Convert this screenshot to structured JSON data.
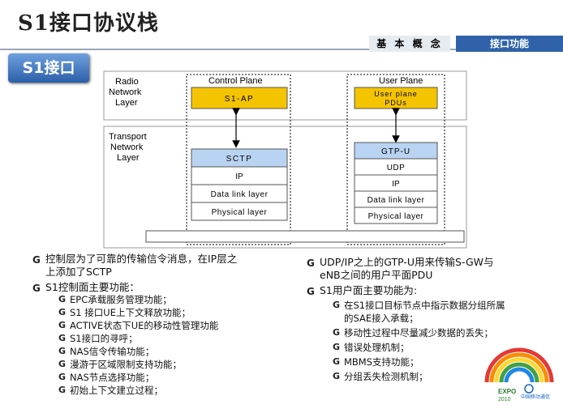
{
  "header": {
    "title": "S1接口协议栈",
    "nav_basic": "基 本 概 念",
    "nav_current": "接口功能",
    "section_badge": "S1接口"
  },
  "diagram": {
    "radio_layer": [
      "Radio",
      "Network",
      "Layer"
    ],
    "transport_layer": [
      "Transport",
      "Network",
      "Layer"
    ],
    "control_plane_title": "Control Plane",
    "user_plane_title": "User Plane",
    "cp_top": "S1-AP",
    "up_top": [
      "User plane",
      "PDUs"
    ],
    "cp_stack": [
      "SCTP",
      "IP",
      "Data link layer",
      "Physical layer"
    ],
    "up_stack": [
      "GTP-U",
      "UDP",
      "IP",
      "Data link layer",
      "Physical layer"
    ],
    "colors": {
      "accent_yellow": "#f5c400",
      "accent_blue": "#b9d3f2"
    }
  },
  "left_list": {
    "item1": [
      "控制层为了可靠的传输信令消息，在IP层之",
      "上添加了SCTP"
    ],
    "item2": "S1控制面主要功能：",
    "subitems": [
      "EPC承载服务管理功能；",
      "S1 接口UE上下文释放功能；",
      "ACTIVE状态下UE的移动性管理功能",
      "S1接口的寻呼；",
      "NAS信令传输功能；",
      "漫游于区域限制支持功能；",
      "NAS节点选择功能；",
      "初始上下文建立过程；"
    ]
  },
  "right_list": {
    "item1": [
      "UDP/IP之上的GTP-U用来传输S-GW与",
      "eNB之间的用户平面PDU"
    ],
    "item2": "S1用户面主要功能为:",
    "subitems": [
      "在S1接口目标节点中指示数据分组所属",
      "的SAE接入承载；",
      "移动性过程中尽量减少数据的丢失；",
      "错误处理机制；",
      "MBMS支持功能；",
      "分组丢失检测机制；"
    ]
  },
  "logo": {
    "expo_text": "EXPO",
    "year": "2010",
    "cn_text": "中国移动通信"
  }
}
